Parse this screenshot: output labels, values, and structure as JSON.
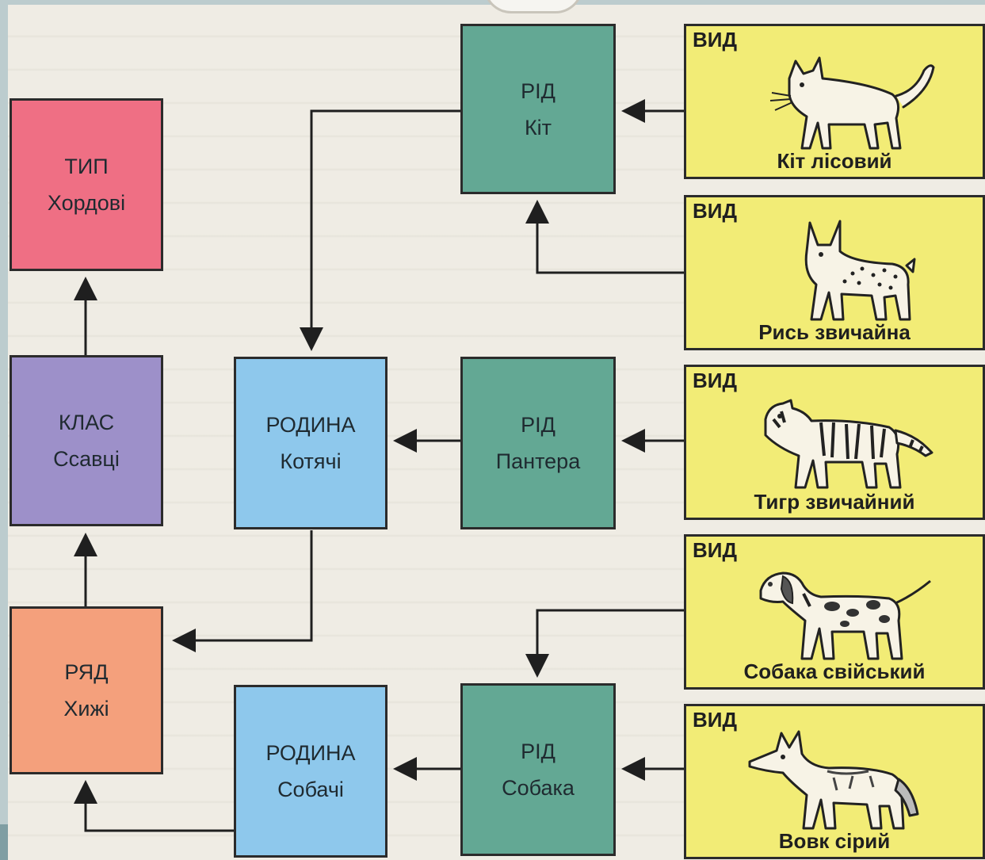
{
  "tip": {
    "rank": "ТИП",
    "name": "Хордові"
  },
  "klas": {
    "rank": "КЛАС",
    "name": "Ссавці"
  },
  "ryad": {
    "rank": "РЯД",
    "name": "Хижі"
  },
  "rodyna_cats": {
    "rank": "РОДИНА",
    "name": "Котячі"
  },
  "rodyna_dogs": {
    "rank": "РОДИНА",
    "name": "Собачі"
  },
  "rid_kit": {
    "rank": "РІД",
    "name": "Кіт"
  },
  "rid_pantera": {
    "rank": "РІД",
    "name": "Пантера"
  },
  "rid_sobaka": {
    "rank": "РІД",
    "name": "Собака"
  },
  "species": [
    {
      "rank": "ВИД",
      "name": "Кіт лісовий",
      "icon": "wild-cat-icon"
    },
    {
      "rank": "ВИД",
      "name": "Рись звичайна",
      "icon": "lynx-icon"
    },
    {
      "rank": "ВИД",
      "name": "Тигр звичайний",
      "icon": "tiger-icon"
    },
    {
      "rank": "ВИД",
      "name": "Собака свійський",
      "icon": "dog-icon"
    },
    {
      "rank": "ВИД",
      "name": "Вовк сірий",
      "icon": "wolf-icon"
    }
  ],
  "colors": {
    "tip": "#ef6f84",
    "klas": "#9d90c9",
    "ryad": "#f4a07c",
    "rodyna": "#8ec8ec",
    "rid": "#63a894",
    "vyd": "#f2ec76"
  }
}
